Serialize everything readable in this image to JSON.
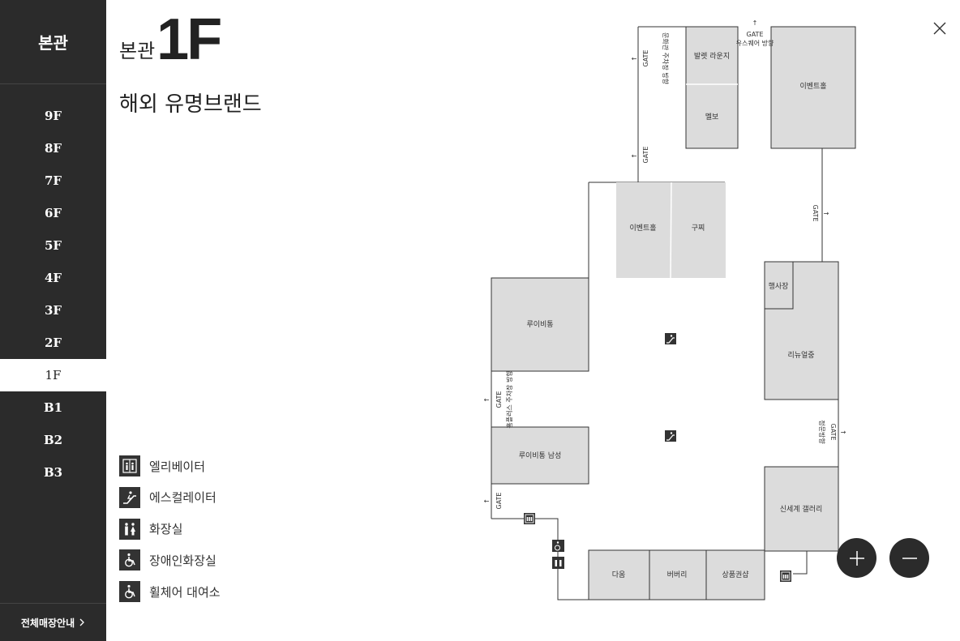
{
  "sidebar": {
    "building": "본관",
    "floors": [
      "9F",
      "8F",
      "7F",
      "6F",
      "5F",
      "4F",
      "3F",
      "2F",
      "1F",
      "B1",
      "B2",
      "B3"
    ],
    "active_floor": "1F",
    "all_stores_label": "전체매장안내"
  },
  "header": {
    "building": "본관",
    "floor": "1F",
    "subtitle": "해외 유명브랜드"
  },
  "legend": [
    {
      "icon": "elevator-icon",
      "label": "엘리베이터"
    },
    {
      "icon": "escalator-icon",
      "label": "에스컬레이터"
    },
    {
      "icon": "restroom-icon",
      "label": "화장실"
    },
    {
      "icon": "accessible-restroom-icon",
      "label": "장애인화장실"
    },
    {
      "icon": "wheelchair-rental-icon",
      "label": "휠체어 대여소"
    }
  ],
  "map": {
    "stores": {
      "ballet_lounge": "발렛 라운지",
      "melbo": "멜보",
      "event_hall_top": "이벤트홀",
      "event_hall_mid": "이벤트홀",
      "gucci": "구찌",
      "louis_vuitton": "루이비통",
      "lv_men": "루이비통 남성",
      "hangsajang": "행사장",
      "renewal": "리뉴얼중",
      "shinsegae_gallery": "신세계 갤러리",
      "daum": "다움",
      "burberry": "버버리",
      "gift_card": "상품권샵"
    },
    "gates": {
      "gate": "GATE",
      "culture_parking": "문화관 주차장 방향",
      "youth_square": "유스퀘어 방향",
      "home_parking": "홈플러스 주차장 방향",
      "gate_right_dir": "정문방향"
    }
  },
  "controls": {
    "zoom_in": "+",
    "zoom_out": "−"
  }
}
